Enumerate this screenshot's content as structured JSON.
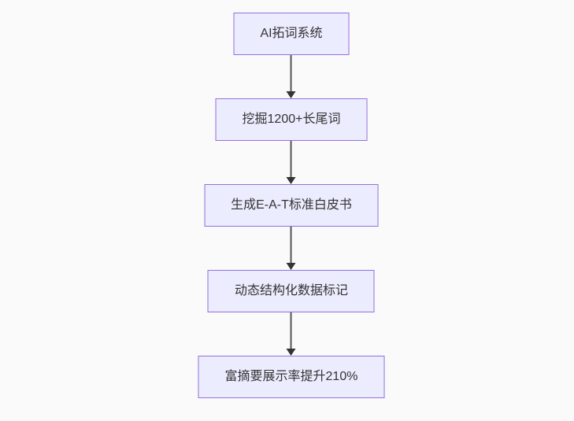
{
  "diagram": {
    "type": "flowchart",
    "direction": "top-down",
    "nodes": [
      {
        "id": "n1",
        "label": "AI拓词系统"
      },
      {
        "id": "n2",
        "label": "挖掘1200+长尾词"
      },
      {
        "id": "n3",
        "label": "生成E-A-T标准白皮书"
      },
      {
        "id": "n4",
        "label": "动态结构化数据标记"
      },
      {
        "id": "n5",
        "label": "富摘要展示率提升210%"
      }
    ],
    "edges": [
      {
        "from": "n1",
        "to": "n2",
        "style": "arrow-down"
      },
      {
        "from": "n2",
        "to": "n3",
        "style": "arrow-down"
      },
      {
        "from": "n3",
        "to": "n4",
        "style": "arrow-down"
      },
      {
        "from": "n4",
        "to": "n5",
        "style": "arrow-down"
      }
    ],
    "colors": {
      "background": "#fafafa",
      "node_fill": "#ececff",
      "node_border": "#9370db",
      "node_text": "#333333",
      "edge_line": "#555555",
      "arrowhead": "#333333"
    }
  }
}
